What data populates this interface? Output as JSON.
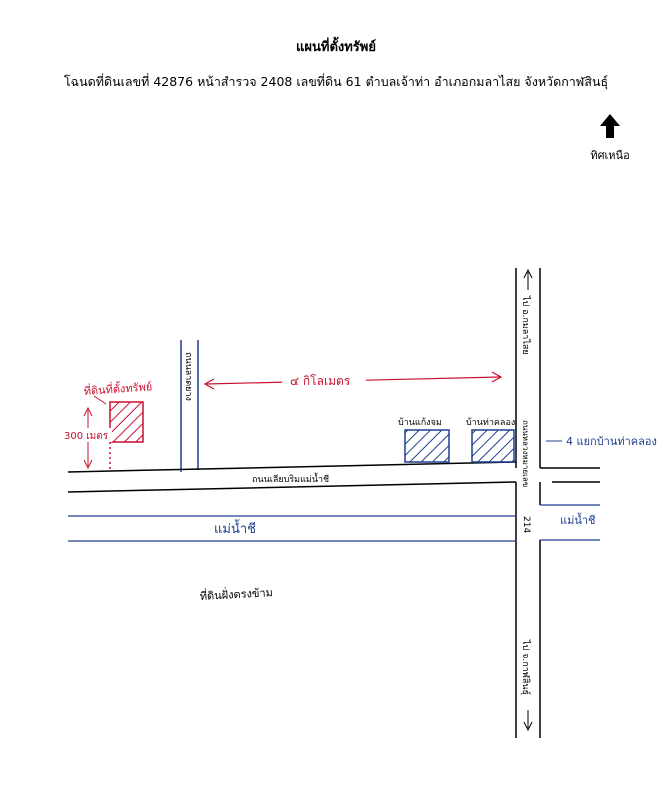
{
  "header": {
    "title": "แผนที่ตั้งทรัพย์",
    "subtitle": "โฉนดที่ดินเลขที่ 42876 หน้าสำรวจ 2408 เลขที่ดิน 61 ตำบลเจ้าท่า อำเภอกมลาไสย จังหวัดกาฬสินธุ์"
  },
  "north": {
    "label": "ทิศเหนือ",
    "icon": "north-arrow-icon"
  },
  "map": {
    "colors": {
      "road": "#1e3f8f",
      "label_red": "#c8102e",
      "building": "#1e3f8f",
      "parcel": "#c8102e",
      "ink": "#000000"
    },
    "distance_label": "๔ กิโลเมตร",
    "parcel_label": "ที่ดินที่ตั้งทรัพย์",
    "parcel_depth_label": "300 เมตร",
    "building_1_label": "บ้านแก้งจม",
    "building_2_label": "บ้านท่าคลอง",
    "side_road_label": "ถนนลาดยาง",
    "main_road_north_label": "ไป อ.กมลาไสย",
    "main_road_south_label": "ไป จ.กาฬสินธุ์",
    "main_road_name": "ถนนหลวงหมายเลข",
    "route_number": "214",
    "river_road_label": "ถนนเลียบริมแม่น้ำชี",
    "river_label": "แม่น้ำชี",
    "river_label_right": "แม่น้ำชี",
    "intersection_label": "4 แยกบ้านท่าคลอง",
    "bottom_note": "ที่ดินฝั่งตรงข้าม"
  }
}
